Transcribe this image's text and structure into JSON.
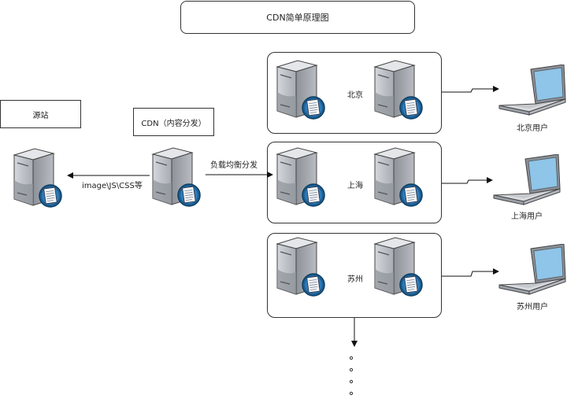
{
  "title": "CDN简单原理图",
  "origin": {
    "label": "源站"
  },
  "cdn": {
    "label": "CDN（内容分发）"
  },
  "edges": {
    "origin_link": "image\\JS\\CSS等",
    "load_balance": "负载均衡分发"
  },
  "regions": [
    {
      "name": "北京",
      "user": "北京用户"
    },
    {
      "name": "上海",
      "user": "上海用户"
    },
    {
      "name": "苏州",
      "user": "苏州用户"
    }
  ],
  "ellipsis_dots": 4,
  "colors": {
    "server_body": "#a9adb4",
    "badge": "#1c5f93",
    "screen": "#8ec5e8",
    "line": "#111111"
  }
}
